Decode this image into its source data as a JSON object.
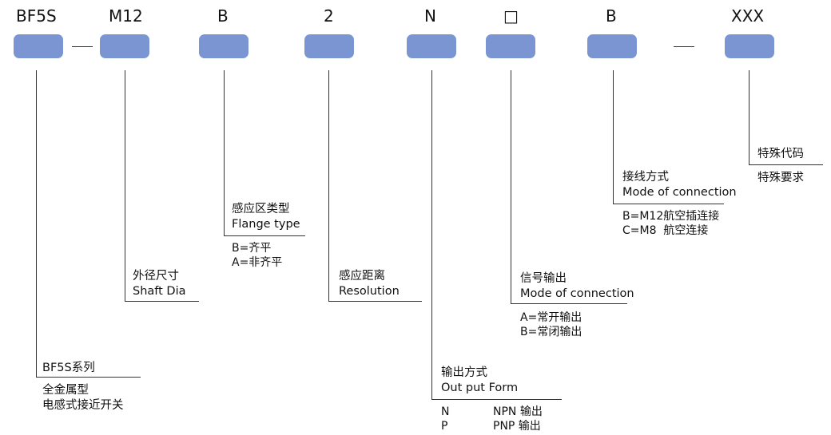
{
  "codes": {
    "series": "BF5S",
    "shaft": "M12",
    "flange": "B",
    "distance": "2",
    "output_form": "N",
    "output_mode": "□",
    "connection": "B",
    "special": "XXX"
  },
  "series_info": {
    "label": "BF5S系列",
    "desc1": "全金属型",
    "desc2": "电感式接近开关"
  },
  "shaft_info": {
    "label_cn": "外径尺寸",
    "label_en": "Shaft Dia"
  },
  "flange_info": {
    "label_cn": "感应区类型",
    "label_en": "Flange type",
    "opt1": "B=齐平",
    "opt2": "A=非齐平"
  },
  "distance_info": {
    "label_cn": "感应距离",
    "label_en": "Resolution"
  },
  "output_form_info": {
    "label_cn": "输出方式",
    "label_en": "Out put Form",
    "options": [
      {
        "code": "N",
        "desc": "NPN 输出"
      },
      {
        "code": "P",
        "desc": "PNP 输出"
      }
    ]
  },
  "output_mode_info": {
    "label_cn": "信号输出",
    "label_en": "Mode of connection",
    "opt1": "A=常开输出",
    "opt2": "B=常闭输出"
  },
  "connection_info": {
    "label_cn": "接线方式",
    "label_en": "Mode of connection",
    "opt1": "B=M12航空插连接",
    "opt2": "C=M8  航空连接"
  },
  "special_info": {
    "label1": "特殊代码",
    "label2": "特殊要求"
  },
  "colors": {
    "box": "#7a95d2",
    "line": "#333333"
  }
}
